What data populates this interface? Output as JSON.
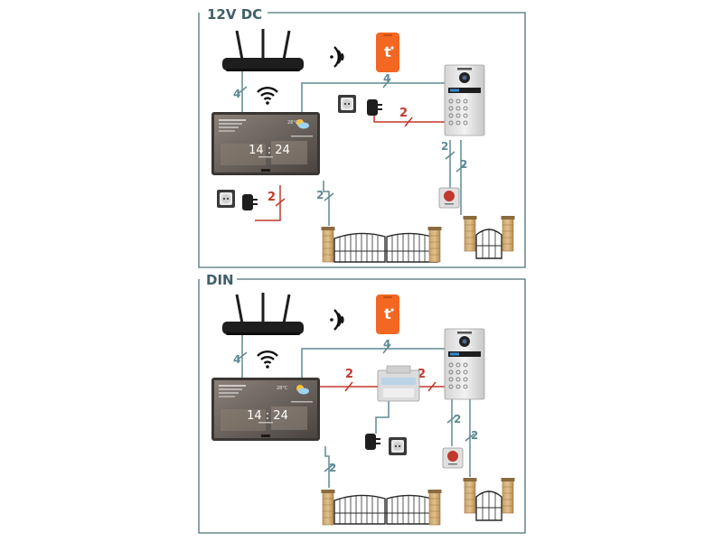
{
  "panels": [
    {
      "title": "12V DC"
    },
    {
      "title": "DIN"
    }
  ],
  "wire_counts": {
    "router_monitor": "4",
    "monitor_doorstation": "4",
    "psu_doorstation": "2",
    "doorstation_button": "2",
    "doorstation_wicket": "2",
    "psu_monitor": "2",
    "monitor_gate": "2"
  },
  "din_wire_counts": {
    "router_monitor": "4",
    "monitor_doorstation": "4",
    "monitor_din": "2",
    "din_doorstation": "2",
    "doorstation_button": "2",
    "doorstation_wicket": "2",
    "monitor_gate": "2"
  },
  "monitor": {
    "time": "14 : 24",
    "temperature": "28°C"
  },
  "colors": {
    "frame": "#4f7178",
    "wire": "#5f8a94",
    "wire_power": "#c0392b",
    "app_icon": "#f26722"
  }
}
